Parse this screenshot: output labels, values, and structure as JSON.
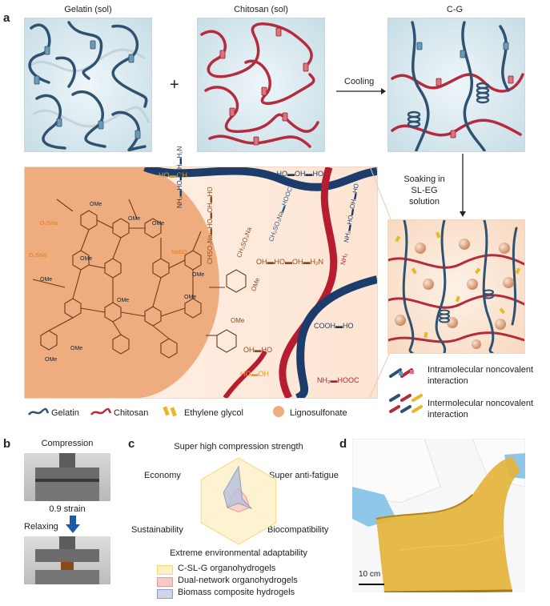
{
  "panel_a": {
    "letter": "a",
    "titles": {
      "gelatin_sol": "Gelatin (sol)",
      "chitosan_sol": "Chitosan (sol)",
      "cg": "C-G"
    },
    "plus": "+",
    "cooling": "Cooling",
    "soaking": [
      "Soaking in",
      "SL-EG",
      "solution"
    ],
    "legend": {
      "gelatin": "Gelatin",
      "chitosan": "Chitosan",
      "ethylene_glycol": "Ethylene glycol",
      "lignosulfonate": "Lignosulfonate"
    },
    "interactions": {
      "intra": [
        "Intramolecular noncovalent",
        "interaction"
      ],
      "inter": [
        "Intermolecular noncovalent",
        "interaction"
      ]
    },
    "chem_labels": {
      "ho_oh_top": "HO▬OH",
      "nh2_top": "NH₂▬HO▬OH▬HO",
      "nh2_vert": "NH₂▬HO▬OH▬H₂N",
      "ch2so3na_hooc": "CH₂SO₃Na▬HOOC",
      "chso3na": "CHSO₃Na▬HO▬OH▬HO",
      "nh2_right": "NH₂▬HO▬OH▬HO",
      "ch2so3na": "CH₂SO₃Na",
      "oh_h2n": "OH▬HO▬OH▬H₂N",
      "nh2_small": "NH₂",
      "ome": "OMe",
      "oh_ho": "OH▬HO",
      "cooh_ho": "COOH▬HO",
      "ho_oh_bottom": "HO▬OH",
      "nh2_hooc": "NH₂▬HOOC",
      "o3sna_1": "O₃SNa",
      "o3sna_2": "O₃SNa",
      "naso3": "NaSO₃",
      "ome_list": [
        "OMe",
        "OMe",
        "OMe",
        "OMe",
        "OMe",
        "OMe",
        "OMe",
        "OMe",
        "OMe",
        "OMe",
        "OMe"
      ]
    }
  },
  "panel_b": {
    "letter": "b",
    "compression": "Compression",
    "strain": "0.9 strain",
    "relaxing": "Relaxing"
  },
  "panel_c": {
    "letter": "c",
    "axes": [
      "Super high compression strength",
      "Super anti-fatigue",
      "Biocompatibility",
      "Extreme environmental adaptability",
      "Sustainability",
      "Economy"
    ],
    "chart_data": {
      "type": "radar",
      "axes": [
        "Super high compression strength",
        "Super anti-fatigue",
        "Biocompatibility",
        "Extreme environmental adaptability",
        "Sustainability",
        "Economy"
      ],
      "range": [
        0,
        1
      ],
      "series": [
        {
          "name": "C-SL-G organohydrogels",
          "color": "#f5d77a",
          "fill": "#fdf1c8",
          "values": [
            1,
            1,
            1,
            1,
            1,
            1
          ]
        },
        {
          "name": "Dual-network organohydrogels",
          "color": "#e89a9a",
          "fill": "#f6c9c4",
          "values": [
            0.3,
            0.2,
            0.3,
            0.25,
            0.3,
            0.2
          ]
        },
        {
          "name": "Biomass composite hydrogels",
          "color": "#8f9cc4",
          "fill": "#b7bfdc",
          "values": [
            0.8,
            0.1,
            0.35,
            0.05,
            0.3,
            0.4
          ]
        }
      ]
    }
  },
  "panel_d": {
    "letter": "d",
    "scale": "10 cm"
  },
  "colors": {
    "gelatin": "#2e5270",
    "chitosan": "#b52a3d",
    "lignin": "#efac7e",
    "glycol": "#e8b829"
  }
}
